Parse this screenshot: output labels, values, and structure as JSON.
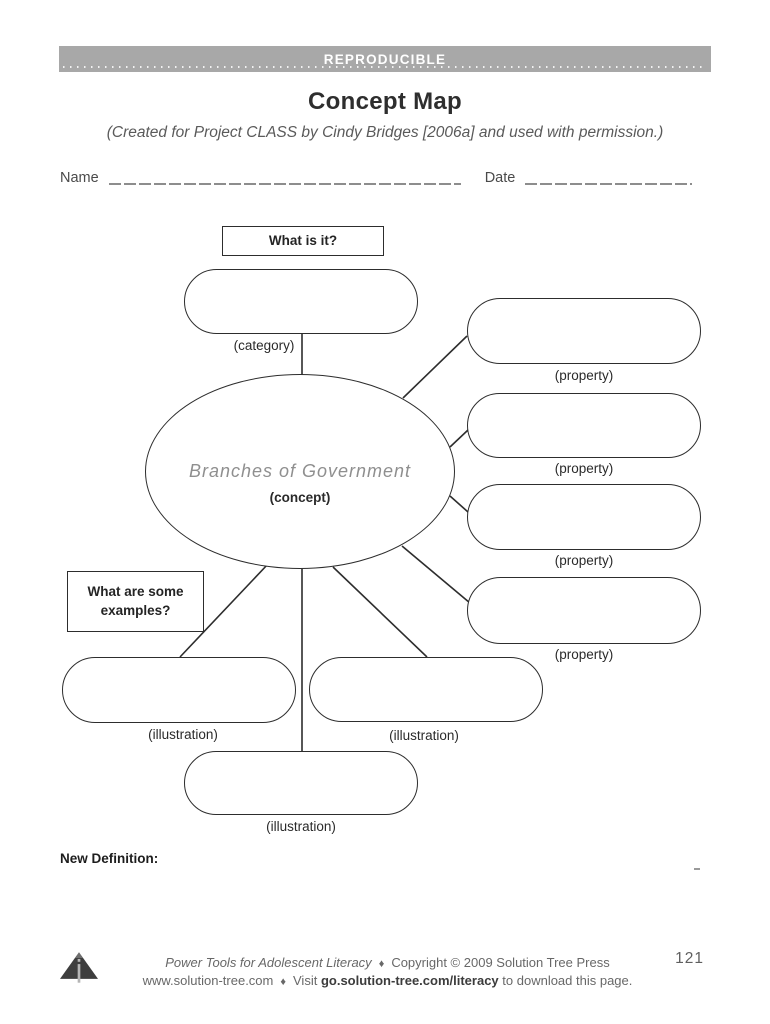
{
  "page": {
    "banner": "REPRODUCIBLE",
    "title": "Concept Map",
    "subtitle": "(Created for Project CLASS by Cindy Bridges [2006a] and used with permission.)",
    "name_label": "Name",
    "date_label": "Date",
    "new_definition_label": "New Definition:"
  },
  "diagram": {
    "question_top": "What is it?",
    "question_left_line1": "What are some",
    "question_left_line2": "examples?",
    "concept_text": "Branches of Government",
    "concept_caption": "(concept)",
    "category_label": "(category)",
    "property_labels": [
      "(property)",
      "(property)",
      "(property)",
      "(property)"
    ],
    "illustration_labels": [
      "(illustration)",
      "(illustration)",
      "(illustration)"
    ]
  },
  "footer": {
    "book_title": "Power Tools for Adolescent Literacy",
    "separator": "♦",
    "copyright": "Copyright © 2009 Solution Tree Press",
    "site": "www.solution-tree.com",
    "visit_prefix": "Visit",
    "visit_link": "go.solution-tree.com/literacy",
    "visit_suffix": "to download this page.",
    "page_number": "121"
  },
  "colors": {
    "banner_bg": "#a8a8a8",
    "banner_text": "#ffffff",
    "shape_border": "#2d2d2d",
    "concept_text_color": "#8f8f8f",
    "footer_text_color": "#686868"
  }
}
